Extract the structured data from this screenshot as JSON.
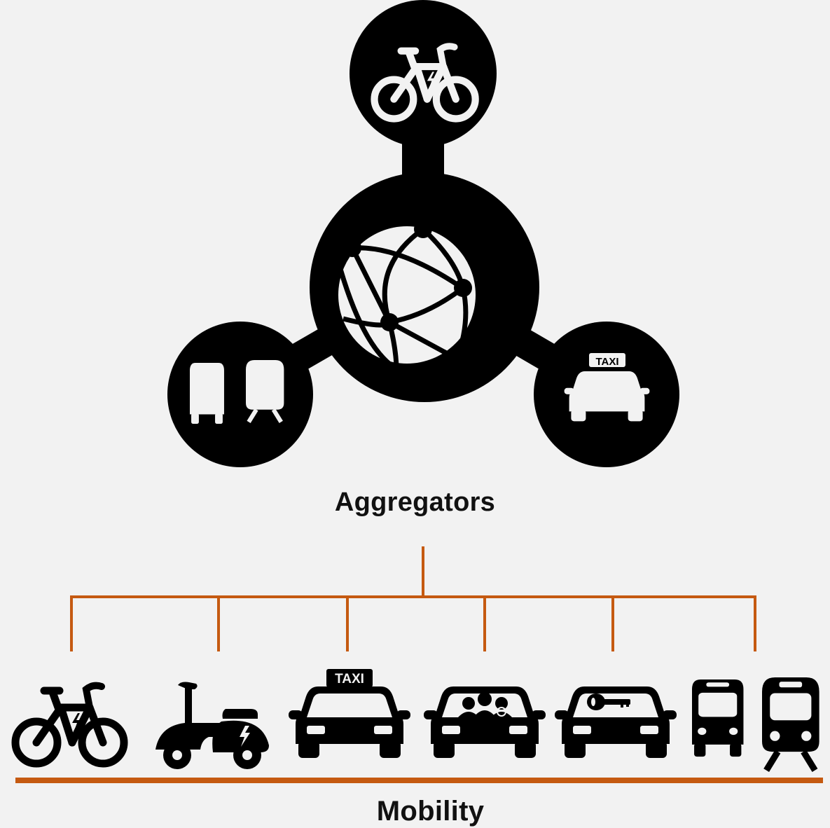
{
  "colors": {
    "background": "#f2f2f2",
    "ink": "#000000",
    "accent": "#c55a11"
  },
  "aggregator": {
    "label": "Aggregators",
    "hub_icon": "globe-network-icon",
    "satellites": [
      {
        "icon": "e-bike-icon"
      },
      {
        "icon": "bus-train-icon"
      },
      {
        "icon": "taxi-icon",
        "sign": "TAXI"
      }
    ]
  },
  "mobility": {
    "label": "Mobility",
    "modes": [
      {
        "icon": "e-bike-icon"
      },
      {
        "icon": "e-scooter-icon"
      },
      {
        "icon": "taxi-icon",
        "sign": "TAXI"
      },
      {
        "icon": "carpool-icon"
      },
      {
        "icon": "car-sharing-icon"
      },
      {
        "icon": "bus-train-icon"
      }
    ]
  }
}
